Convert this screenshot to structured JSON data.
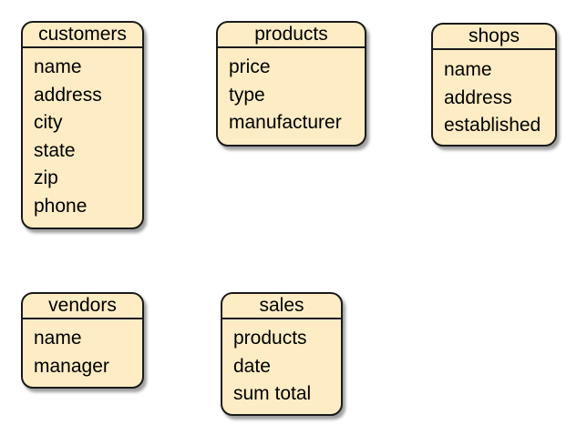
{
  "diagram": {
    "entities": [
      {
        "id": "customers",
        "title": "customers",
        "fields": [
          "name",
          "address",
          "city",
          "state",
          "zip",
          "phone"
        ]
      },
      {
        "id": "products",
        "title": "products",
        "fields": [
          "price",
          "type",
          "manufacturer"
        ]
      },
      {
        "id": "shops",
        "title": "shops",
        "fields": [
          "name",
          "address",
          "established"
        ]
      },
      {
        "id": "vendors",
        "title": "vendors",
        "fields": [
          "name",
          "manager"
        ]
      },
      {
        "id": "sales",
        "title": "sales",
        "fields": [
          "products",
          "date",
          "sum total"
        ]
      }
    ],
    "colors": {
      "box_fill": "#fdecc4",
      "box_border": "#1a1a1a",
      "text": "#000000",
      "background": "#ffffff"
    }
  }
}
